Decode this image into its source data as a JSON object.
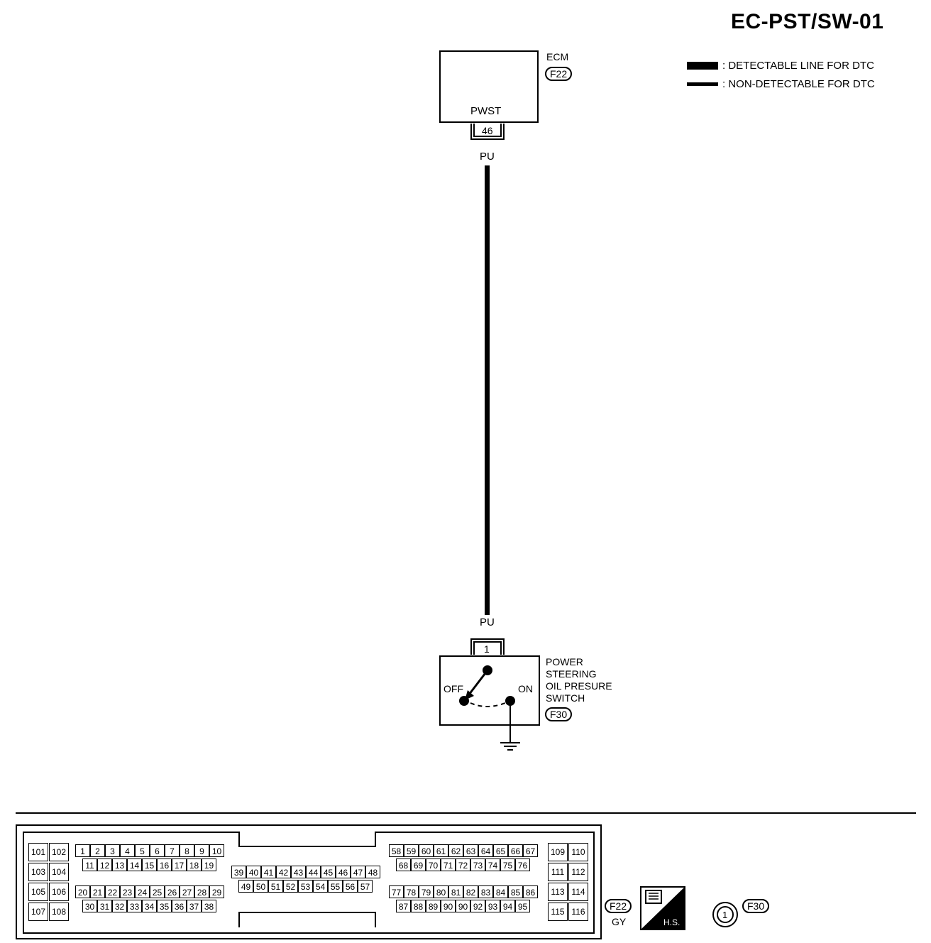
{
  "title": "EC-PST/SW-01",
  "legend": [
    {
      "label": ": DETECTABLE LINE FOR DTC",
      "weight": "thick"
    },
    {
      "label": ": NON-DETECTABLE FOR DTC",
      "weight": "thin"
    }
  ],
  "ecm": {
    "name": "ECM",
    "connector": "F22",
    "terminal_name": "PWST",
    "terminal": "46",
    "wire_color_top": "PU"
  },
  "switch": {
    "name_lines": [
      "POWER",
      "STEERING",
      "OIL PRESURE",
      "SWITCH"
    ],
    "connector": "F30",
    "terminal": "1",
    "wire_color": "PU",
    "off_label": "OFF",
    "on_label": "ON"
  },
  "connector_face": {
    "id": "F22",
    "color": "GY",
    "hs_label": "H.S.",
    "f30_pin": "1",
    "f30_id": "F30",
    "left_block": [
      "101",
      "102",
      "103",
      "104",
      "105",
      "106",
      "107",
      "108"
    ],
    "row1": [
      "1",
      "2",
      "3",
      "4",
      "5",
      "6",
      "7",
      "8",
      "9",
      "10"
    ],
    "row2": [
      "11",
      "12",
      "13",
      "14",
      "15",
      "16",
      "17",
      "18",
      "19"
    ],
    "row3": [
      "20",
      "21",
      "22",
      "23",
      "24",
      "25",
      "26",
      "27",
      "28",
      "29"
    ],
    "row4": [
      "30",
      "31",
      "32",
      "33",
      "34",
      "35",
      "36",
      "37",
      "38"
    ],
    "mid_row1": [
      "39",
      "40",
      "41",
      "42",
      "43",
      "44",
      "45",
      "46",
      "47",
      "48"
    ],
    "mid_row2": [
      "49",
      "50",
      "51",
      "52",
      "53",
      "54",
      "55",
      "56",
      "57"
    ],
    "r_row1": [
      "58",
      "59",
      "60",
      "61",
      "62",
      "63",
      "64",
      "65",
      "66",
      "67"
    ],
    "r_row2": [
      "68",
      "69",
      "70",
      "71",
      "72",
      "73",
      "74",
      "75",
      "76"
    ],
    "r_row3": [
      "77",
      "78",
      "79",
      "80",
      "81",
      "82",
      "83",
      "84",
      "85",
      "86"
    ],
    "r_row4": [
      "87",
      "88",
      "89",
      "90",
      "90",
      "92",
      "93",
      "94",
      "95"
    ],
    "right_block": [
      "109",
      "110",
      "111",
      "112",
      "113",
      "114",
      "115",
      "116"
    ]
  }
}
